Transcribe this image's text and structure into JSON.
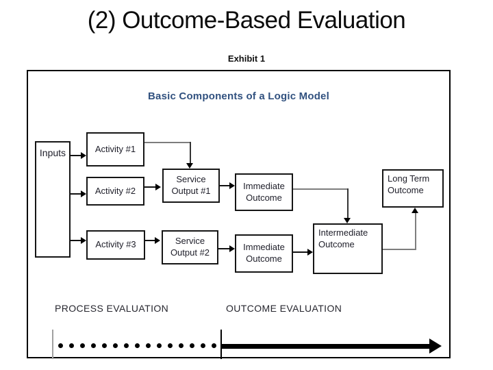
{
  "slide": {
    "title": "(2) Outcome-Based Evaluation",
    "exhibit_caption": "Exhibit 1"
  },
  "diagram": {
    "title": "Basic Components of a Logic Model",
    "title_color": "#31517f",
    "nodes": {
      "inputs": {
        "label": "Inputs"
      },
      "activity1": {
        "label": "Activity #1"
      },
      "activity2": {
        "label": "Activity #2"
      },
      "activity3": {
        "label": "Activity #3"
      },
      "service_output1": {
        "label": "Service\nOutput #1"
      },
      "service_output2": {
        "label": "Service\nOutput #2"
      },
      "immediate_outcome1": {
        "label": "Immediate\nOutcome"
      },
      "immediate_outcome2": {
        "label": "Immediate\nOutcome"
      },
      "intermediate_outcome": {
        "label": "Intermediate\nOutcome"
      },
      "long_term_outcome": {
        "label": "Long Term\nOutcome"
      }
    },
    "edges": [
      {
        "from": "Inputs",
        "to": "Activity #1"
      },
      {
        "from": "Inputs",
        "to": "Activity #2"
      },
      {
        "from": "Inputs",
        "to": "Activity #3"
      },
      {
        "from": "Activity #1",
        "to": "Service Output #1"
      },
      {
        "from": "Activity #2",
        "to": "Service Output #1"
      },
      {
        "from": "Activity #3",
        "to": "Service Output #2"
      },
      {
        "from": "Service Output #1",
        "to": "Immediate Outcome (top)"
      },
      {
        "from": "Service Output #2",
        "to": "Immediate Outcome (bottom)"
      },
      {
        "from": "Immediate Outcome (top)",
        "to": "Intermediate Outcome"
      },
      {
        "from": "Immediate Outcome (bottom)",
        "to": "Intermediate Outcome"
      },
      {
        "from": "Intermediate Outcome",
        "to": "Long Term Outcome"
      }
    ]
  },
  "timeline": {
    "process_label": "PROCESS EVALUATION",
    "outcome_label": "OUTCOME EVALUATION",
    "dot_count": 15
  }
}
